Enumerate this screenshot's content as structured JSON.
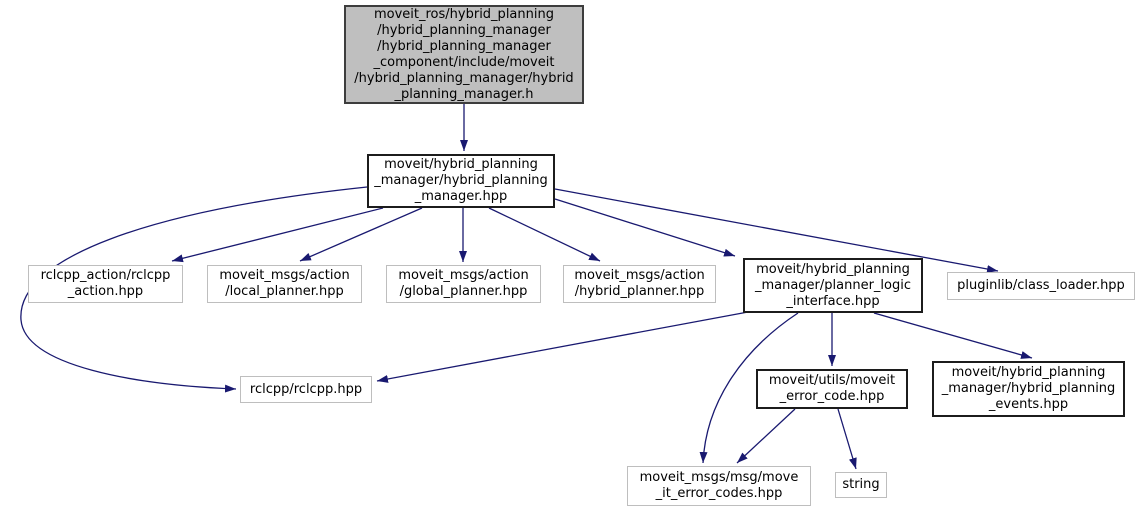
{
  "diagram": {
    "type": "include-dependency-graph",
    "colors": {
      "edge": "#191970",
      "node_fill": "#ffffff",
      "leaf_border": "#bebebe",
      "node_border": "#1c1c1c",
      "root_fill": "#bfbfbf",
      "root_border": "#3d3d3d",
      "background": "#ffffff",
      "text": "#000000"
    },
    "nodes": {
      "root": {
        "label": "moveit_ros/hybrid_planning\n/hybrid_planning_manager\n/hybrid_planning_manager\n_component/include/moveit\n/hybrid_planning_manager/hybrid\n_planning_manager.h"
      },
      "hybrid_planning_manager_hpp": {
        "label": "moveit/hybrid_planning\n_manager/hybrid_planning\n_manager.hpp"
      },
      "rclcpp_action_hpp": {
        "label": "rclcpp_action/rclcpp\n_action.hpp"
      },
      "local_planner_hpp": {
        "label": "moveit_msgs/action\n/local_planner.hpp"
      },
      "global_planner_hpp": {
        "label": "moveit_msgs/action\n/global_planner.hpp"
      },
      "hybrid_planner_hpp": {
        "label": "moveit_msgs/action\n/hybrid_planner.hpp"
      },
      "planner_logic_interface_hpp": {
        "label": "moveit/hybrid_planning\n_manager/planner_logic\n_interface.hpp"
      },
      "class_loader_hpp": {
        "label": "pluginlib/class_loader.hpp"
      },
      "rclcpp_hpp": {
        "label": "rclcpp/rclcpp.hpp"
      },
      "moveit_error_code_hpp": {
        "label": "moveit/utils/moveit\n_error_code.hpp"
      },
      "hybrid_planning_events_hpp": {
        "label": "moveit/hybrid_planning\n_manager/hybrid_planning\n_events.hpp"
      },
      "move_it_error_codes_hpp": {
        "label": "moveit_msgs/msg/move\n_it_error_codes.hpp"
      },
      "string": {
        "label": "string"
      }
    },
    "edges": [
      {
        "from": "root",
        "to": "hybrid_planning_manager_hpp"
      },
      {
        "from": "hybrid_planning_manager_hpp",
        "to": "rclcpp_action_hpp"
      },
      {
        "from": "hybrid_planning_manager_hpp",
        "to": "local_planner_hpp"
      },
      {
        "from": "hybrid_planning_manager_hpp",
        "to": "global_planner_hpp"
      },
      {
        "from": "hybrid_planning_manager_hpp",
        "to": "hybrid_planner_hpp"
      },
      {
        "from": "hybrid_planning_manager_hpp",
        "to": "planner_logic_interface_hpp"
      },
      {
        "from": "hybrid_planning_manager_hpp",
        "to": "class_loader_hpp"
      },
      {
        "from": "hybrid_planning_manager_hpp",
        "to": "rclcpp_hpp"
      },
      {
        "from": "planner_logic_interface_hpp",
        "to": "rclcpp_hpp"
      },
      {
        "from": "planner_logic_interface_hpp",
        "to": "moveit_error_code_hpp"
      },
      {
        "from": "planner_logic_interface_hpp",
        "to": "hybrid_planning_events_hpp"
      },
      {
        "from": "planner_logic_interface_hpp",
        "to": "move_it_error_codes_hpp"
      },
      {
        "from": "moveit_error_code_hpp",
        "to": "move_it_error_codes_hpp"
      },
      {
        "from": "moveit_error_code_hpp",
        "to": "string"
      }
    ]
  }
}
